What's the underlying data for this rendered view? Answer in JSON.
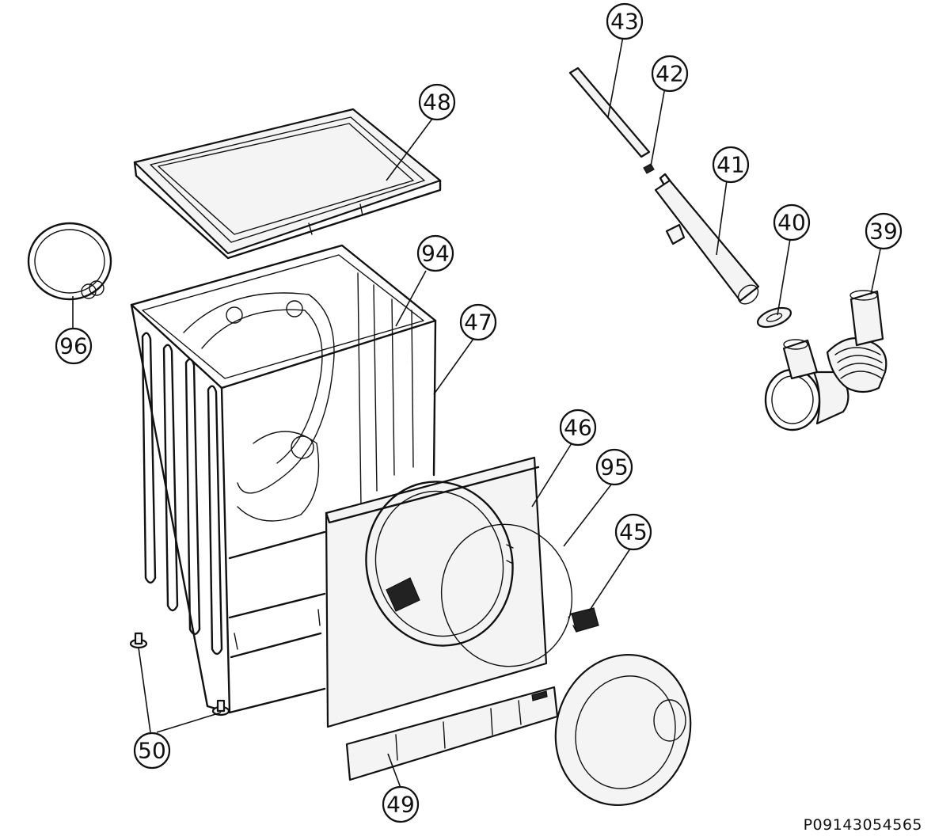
{
  "callouts": {
    "p39": "39",
    "p40": "40",
    "p41": "41",
    "p42": "42",
    "p43": "43",
    "p45": "45",
    "p46": "46",
    "p47": "47",
    "p48": "48",
    "p49": "49",
    "p50": "50",
    "p94": "94",
    "p95": "95",
    "p96": "96"
  },
  "document_code": "P09143054565"
}
